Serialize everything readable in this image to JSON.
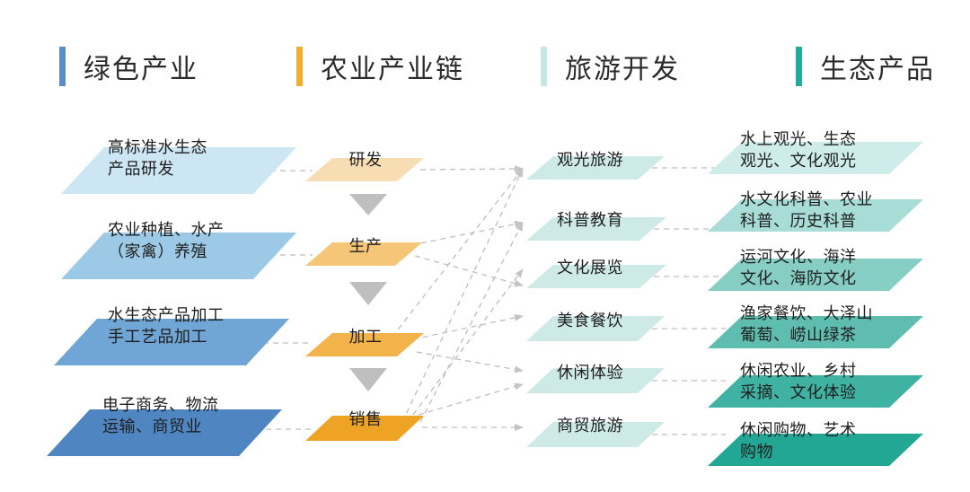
{
  "headers": [
    {
      "label": "绿色产业",
      "color": "#5b8ec9"
    },
    {
      "label": "农业产业链",
      "color": "#f1ad2d"
    },
    {
      "label": "旅游开发",
      "color": "#c5e8e5"
    },
    {
      "label": "生态产品",
      "color": "#1fae9b"
    }
  ],
  "industries": [
    {
      "label": "高标准水生态\n产品研发",
      "color": "#cde6f3"
    },
    {
      "label": "农业种植、水产\n（家禽）养殖",
      "color": "#9ccae6"
    },
    {
      "label": "水生态产品加工\n手工艺品加工",
      "color": "#6fa6d5"
    },
    {
      "label": "电子商务、物流\n运输、商贸业",
      "color": "#4f86c1"
    }
  ],
  "chain": [
    {
      "label": "研发",
      "color": "#f8ddb3"
    },
    {
      "label": "生产",
      "color": "#f5c578"
    },
    {
      "label": "加工",
      "color": "#f2b44a"
    },
    {
      "label": "销售",
      "color": "#efa325"
    }
  ],
  "tourism": [
    {
      "label": "观光旅游"
    },
    {
      "label": "科普教育"
    },
    {
      "label": "文化展览"
    },
    {
      "label": "美食餐饮"
    },
    {
      "label": "休闲体验"
    },
    {
      "label": "商贸旅游"
    }
  ],
  "tourism_color": "#cdeae7",
  "products": [
    {
      "label": "水上观光、生态\n观光、文化观光",
      "color": "#cdecea"
    },
    {
      "label": "水文化科普、农业\n科普、历史科普",
      "color": "#a8dcd6"
    },
    {
      "label": "运河文化、海洋\n文化、海防文化",
      "color": "#86cdc4"
    },
    {
      "label": "渔家餐饮、大泽山\n葡萄、崂山绿茶",
      "color": "#5fbdb0"
    },
    {
      "label": "休闲农业、乡村\n采摘、文化体验",
      "color": "#3fb2a3"
    },
    {
      "label": "休闲购物、艺术\n购物",
      "color": "#22a795"
    }
  ],
  "arrow_color": "#bfbfbf",
  "line_color": "#bdbdbd"
}
